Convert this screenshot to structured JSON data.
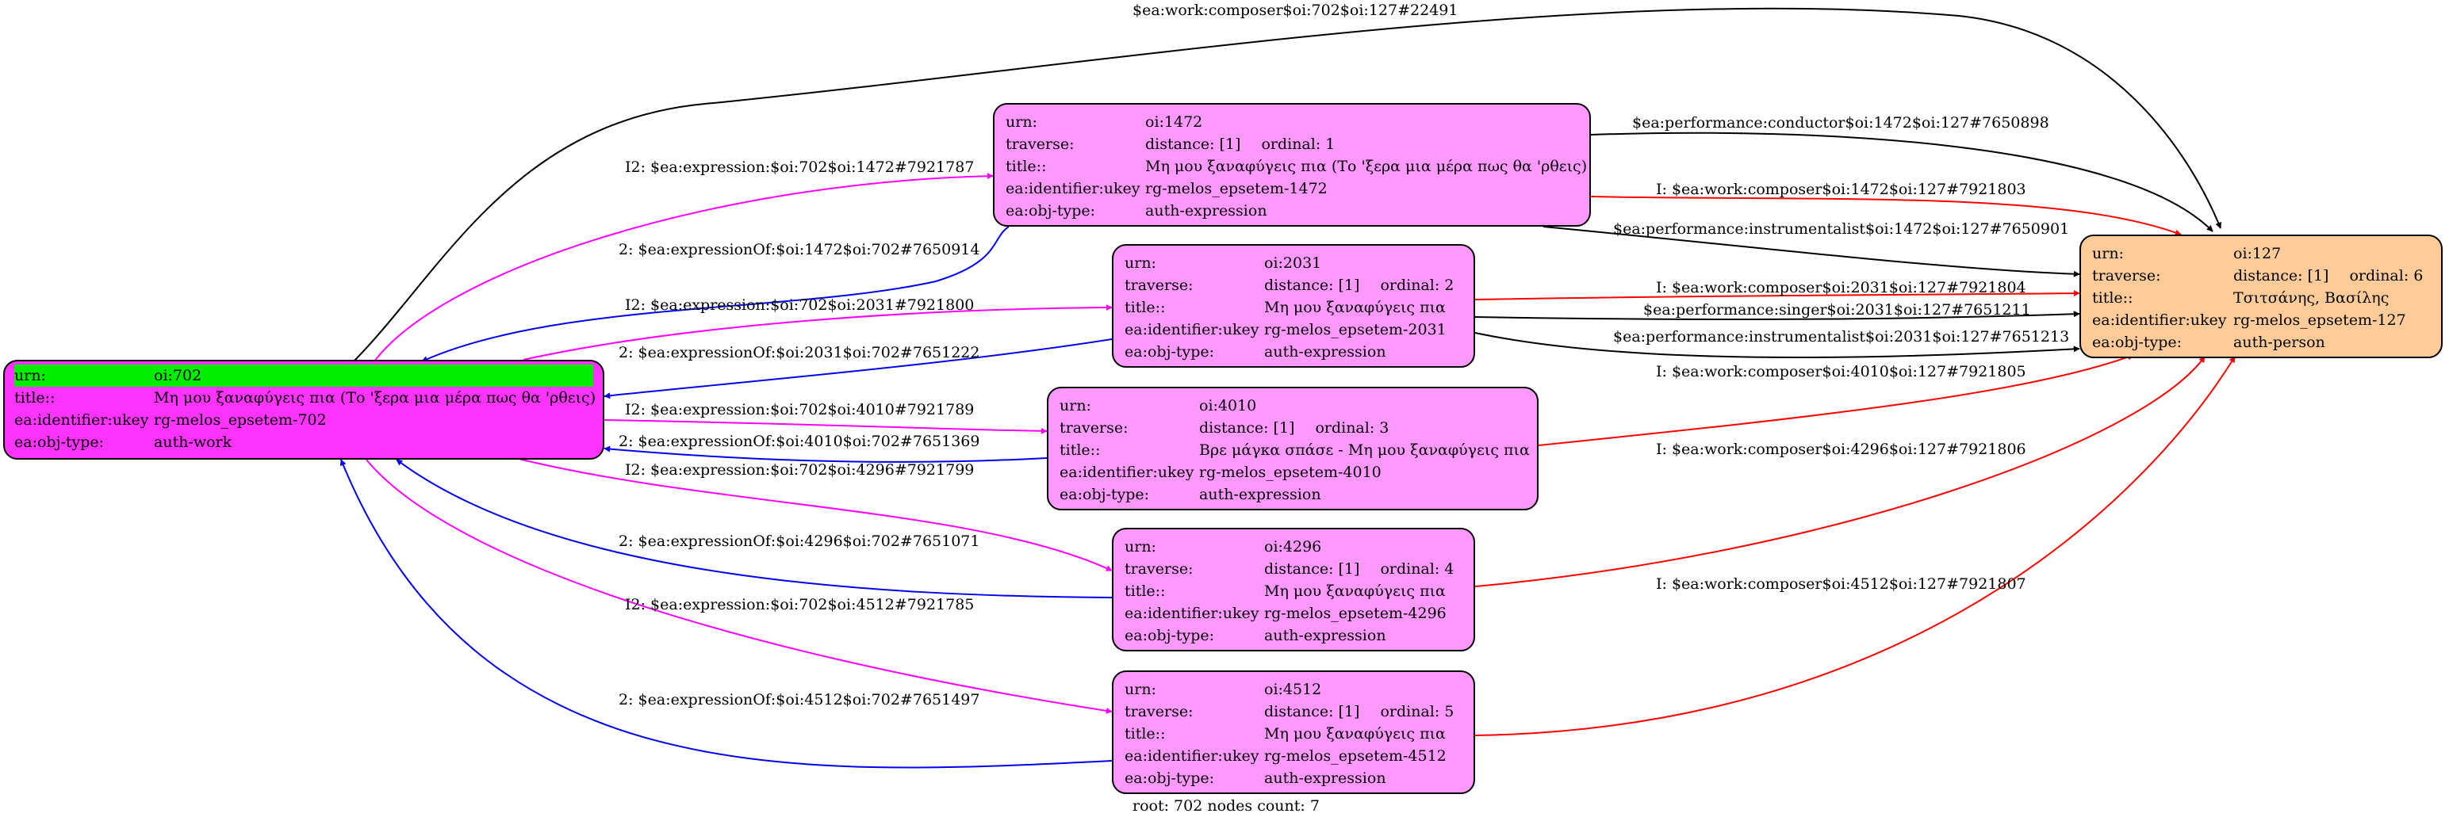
{
  "title": "$ea:work:composer$oi:702$oi:127#22491",
  "footer": "root: 702 nodes count: 7",
  "colors": {
    "root_fill": "#ff33ff",
    "expr_fill": "#ff99ff",
    "person_fill": "#ffcc99",
    "highlight": "#00ee00",
    "expression_edge": "#ff00ff",
    "expressionOf_edge": "#0000ee",
    "composer_edge": "#ff0000",
    "other_edge": "#000000"
  },
  "nodes": {
    "n702": {
      "urn_key": "urn:",
      "urn": "oi:702",
      "title_key": "title::",
      "title": "Μη μου ξαναφύγεις πια (Το 'ξερα μια μέρα πως θα 'ρθεις)",
      "ident_key": "ea:identifier:ukey",
      "ident": "rg-melos_epsetem-702",
      "type_key": "ea:obj-type:",
      "type": "auth-work"
    },
    "n1472": {
      "urn_key": "urn:",
      "urn": "oi:1472",
      "trav_key": "traverse:",
      "distance": "distance: [1]",
      "ordinal": "ordinal: 1",
      "title_key": "title::",
      "title": "Μη μου ξαναφύγεις πια (Το 'ξερα μια μέρα πως θα 'ρθεις)",
      "ident_key": "ea:identifier:ukey",
      "ident": "rg-melos_epsetem-1472",
      "type_key": "ea:obj-type:",
      "type": "auth-expression"
    },
    "n2031": {
      "urn_key": "urn:",
      "urn": "oi:2031",
      "trav_key": "traverse:",
      "distance": "distance: [1]",
      "ordinal": "ordinal: 2",
      "title_key": "title::",
      "title": "Μη μου ξαναφύγεις πια",
      "ident_key": "ea:identifier:ukey",
      "ident": "rg-melos_epsetem-2031",
      "type_key": "ea:obj-type:",
      "type": "auth-expression"
    },
    "n4010": {
      "urn_key": "urn:",
      "urn": "oi:4010",
      "trav_key": "traverse:",
      "distance": "distance: [1]",
      "ordinal": "ordinal: 3",
      "title_key": "title::",
      "title": "Βρε μάγκα σπάσε - Μη μου ξαναφύγεις πια",
      "ident_key": "ea:identifier:ukey",
      "ident": "rg-melos_epsetem-4010",
      "type_key": "ea:obj-type:",
      "type": "auth-expression"
    },
    "n4296": {
      "urn_key": "urn:",
      "urn": "oi:4296",
      "trav_key": "traverse:",
      "distance": "distance: [1]",
      "ordinal": "ordinal: 4",
      "title_key": "title::",
      "title": "Μη μου ξαναφύγεις πια",
      "ident_key": "ea:identifier:ukey",
      "ident": "rg-melos_epsetem-4296",
      "type_key": "ea:obj-type:",
      "type": "auth-expression"
    },
    "n4512": {
      "urn_key": "urn:",
      "urn": "oi:4512",
      "trav_key": "traverse:",
      "distance": "distance: [1]",
      "ordinal": "ordinal: 5",
      "title_key": "title::",
      "title": "Μη μου ξαναφύγεις πια",
      "ident_key": "ea:identifier:ukey",
      "ident": "rg-melos_epsetem-4512",
      "type_key": "ea:obj-type:",
      "type": "auth-expression"
    },
    "n127": {
      "urn_key": "urn:",
      "urn": "oi:127",
      "trav_key": "traverse:",
      "distance": "distance: [1]",
      "ordinal": "ordinal: 6",
      "title_key": "title::",
      "title": "Τσιτσάνης, Βασίλης",
      "ident_key": "ea:identifier:ukey",
      "ident": "rg-melos_epsetem-127",
      "type_key": "ea:obj-type:",
      "type": "auth-person"
    }
  },
  "edges": {
    "expr_1472": "I2: $ea:expression:$oi:702$oi:1472#7921787",
    "exprOf_1472": "2: $ea:expressionOf:$oi:1472$oi:702#7650914",
    "expr_2031": "I2: $ea:expression:$oi:702$oi:2031#7921800",
    "exprOf_2031": "2: $ea:expressionOf:$oi:2031$oi:702#7651222",
    "expr_4010": "I2: $ea:expression:$oi:702$oi:4010#7921789",
    "exprOf_4010": "2: $ea:expressionOf:$oi:4010$oi:702#7651369",
    "expr_4296": "I2: $ea:expression:$oi:702$oi:4296#7921799",
    "exprOf_4296": "2: $ea:expressionOf:$oi:4296$oi:702#7651071",
    "expr_4512": "I2: $ea:expression:$oi:702$oi:4512#7921785",
    "exprOf_4512": "2: $ea:expressionOf:$oi:4512$oi:702#7651497",
    "conductor_1472": "$ea:performance:conductor$oi:1472$oi:127#7650898",
    "composer_1472": "I: $ea:work:composer$oi:1472$oi:127#7921803",
    "instrumentalist_1472": "$ea:performance:instrumentalist$oi:1472$oi:127#7650901",
    "composer_2031": "I: $ea:work:composer$oi:2031$oi:127#7921804",
    "singer_2031": "$ea:performance:singer$oi:2031$oi:127#7651211",
    "instrumentalist_2031": "$ea:performance:instrumentalist$oi:2031$oi:127#7651213",
    "composer_4010": "I: $ea:work:composer$oi:4010$oi:127#7921805",
    "composer_4296": "I: $ea:work:composer$oi:4296$oi:127#7921806",
    "composer_4512": "I: $ea:work:composer$oi:4512$oi:127#7921807"
  }
}
